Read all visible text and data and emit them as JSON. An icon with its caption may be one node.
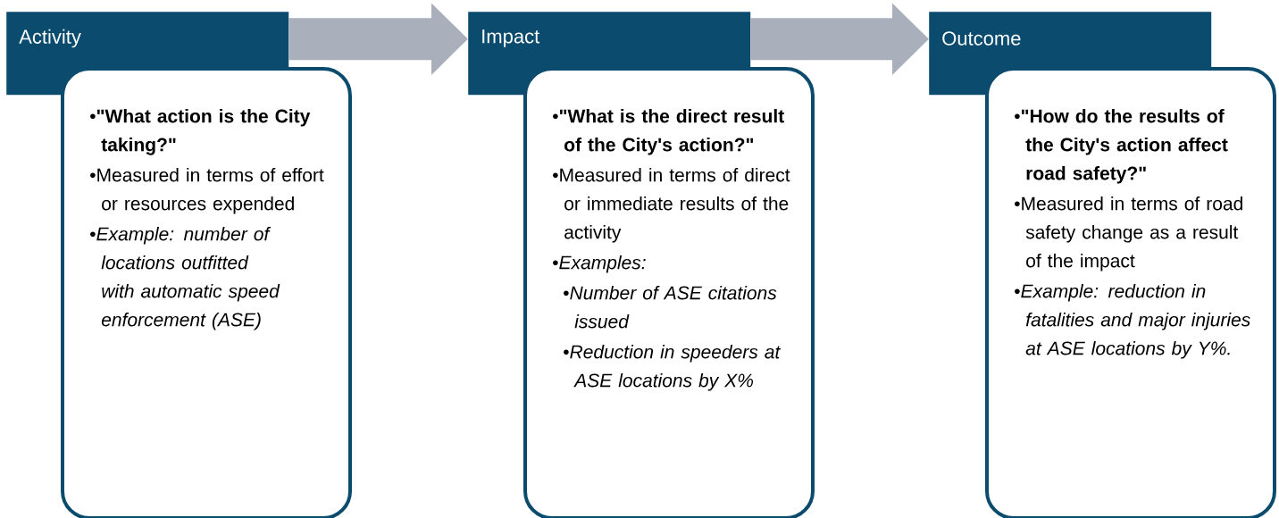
{
  "diagram": {
    "nodes": [
      {
        "text": [
          "Activity"
        ]
      },
      {
        "text": [
          "•**\"What action is the City taking?\"**",
          "•Measured in terms of effort or resources expended",
          "•*Example: number of locations outfitted with automatic speed enforcement (ASE)*"
        ]
      },
      {
        "text": [
          "Impact"
        ]
      },
      {
        "text": [
          "•**\"What is the direct result of the City's action?\"**",
          "•Measured in terms of direct or immediate results of the activity",
          "•*Examples:*",
          "•*Number of ASE citations issued*",
          "•*Reduction in speeders at ASE locations by X%*"
        ]
      },
      {
        "text": [
          "Outcome"
        ]
      },
      {
        "text": [
          "•**\"How do the results of the City's action affect road safety?\"**",
          "•Measured in terms of road safety change as a result of the impact",
          "•*Example: reduction in fatalities and major injuries at ASE locations by Y%.*"
        ]
      }
    ],
    "edges": [
      {
        "from": 0,
        "to": 2,
        "arrow": "to"
      },
      {
        "from": 2,
        "to": 4,
        "arrow": "to"
      }
    ]
  }
}
